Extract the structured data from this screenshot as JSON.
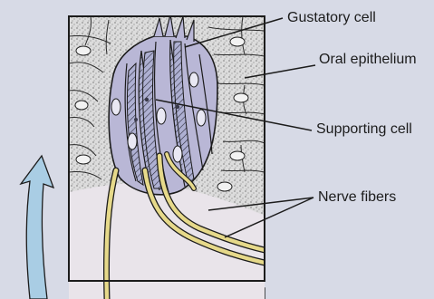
{
  "labels": {
    "gustatory_cell": "Gustatory cell",
    "oral_epithelium": "Oral epithelium",
    "supporting_cell": "Supporting cell",
    "nerve_fibers": "Nerve fibers"
  },
  "colors": {
    "page_background": "#d7dae6",
    "epithelium_fill": "#dcdcdc",
    "taste_bud_cells": "#b9b7d6",
    "connective_tissue": "#e9e4ea",
    "nerve_fiber": "#e6d98a",
    "arrow": "#a9cde4",
    "outline": "#1c1c1c"
  },
  "icons": {
    "arrow": "curved-up-arrow"
  }
}
